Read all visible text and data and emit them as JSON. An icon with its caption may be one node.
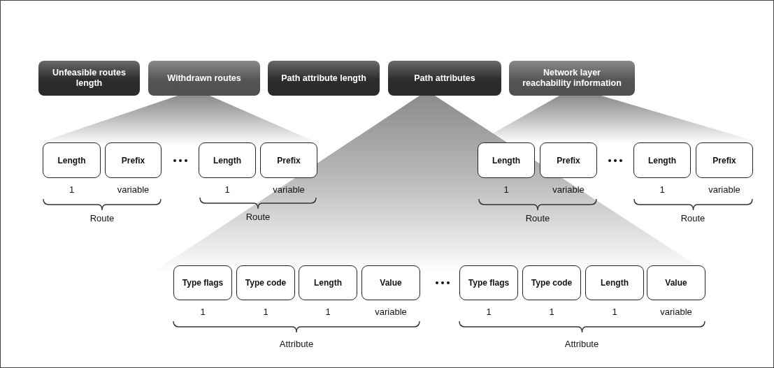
{
  "diagram": {
    "nodes": [
      {
        "text": [
          "Unfeasible routes length"
        ]
      },
      {
        "text": [
          "Withdrawn routes"
        ]
      },
      {
        "text": [
          "Path attribute length"
        ]
      },
      {
        "text": [
          "Path attributes"
        ]
      },
      {
        "text": [
          "Network layer reachability information"
        ]
      },
      {
        "text": [
          "Length"
        ],
        "beside": [
          "1"
        ]
      },
      {
        "text": [
          "Prefix"
        ],
        "beside": [
          "variable"
        ]
      },
      {
        "text": [
          "Length"
        ],
        "beside": [
          "1"
        ]
      },
      {
        "text": [
          "Prefix"
        ],
        "beside": [
          "variable"
        ]
      },
      {
        "text": [
          "Length"
        ],
        "beside": [
          "1"
        ]
      },
      {
        "text": [
          "Prefix"
        ],
        "beside": [
          "variable"
        ]
      },
      {
        "text": [
          "Length"
        ],
        "beside": [
          "1"
        ]
      },
      {
        "text": [
          "Prefix"
        ],
        "beside": [
          "variable"
        ]
      },
      {
        "text": [
          "Type flags"
        ],
        "beside": [
          "1"
        ]
      },
      {
        "text": [
          "Type code"
        ],
        "beside": [
          "1"
        ]
      },
      {
        "text": [
          "Length"
        ],
        "beside": [
          "1"
        ]
      },
      {
        "text": [
          "Value"
        ],
        "beside": [
          "variable"
        ]
      },
      {
        "text": [
          "Type flags"
        ],
        "beside": [
          "1"
        ]
      },
      {
        "text": [
          "Type code"
        ],
        "beside": [
          "1"
        ]
      },
      {
        "text": [
          "Length"
        ],
        "beside": [
          "1"
        ]
      },
      {
        "text": [
          "Value"
        ],
        "beside": [
          "variable"
        ]
      }
    ],
    "labels": [
      "Route",
      "Route",
      "Route",
      "Route",
      "Attribute",
      "Attribute"
    ]
  }
}
